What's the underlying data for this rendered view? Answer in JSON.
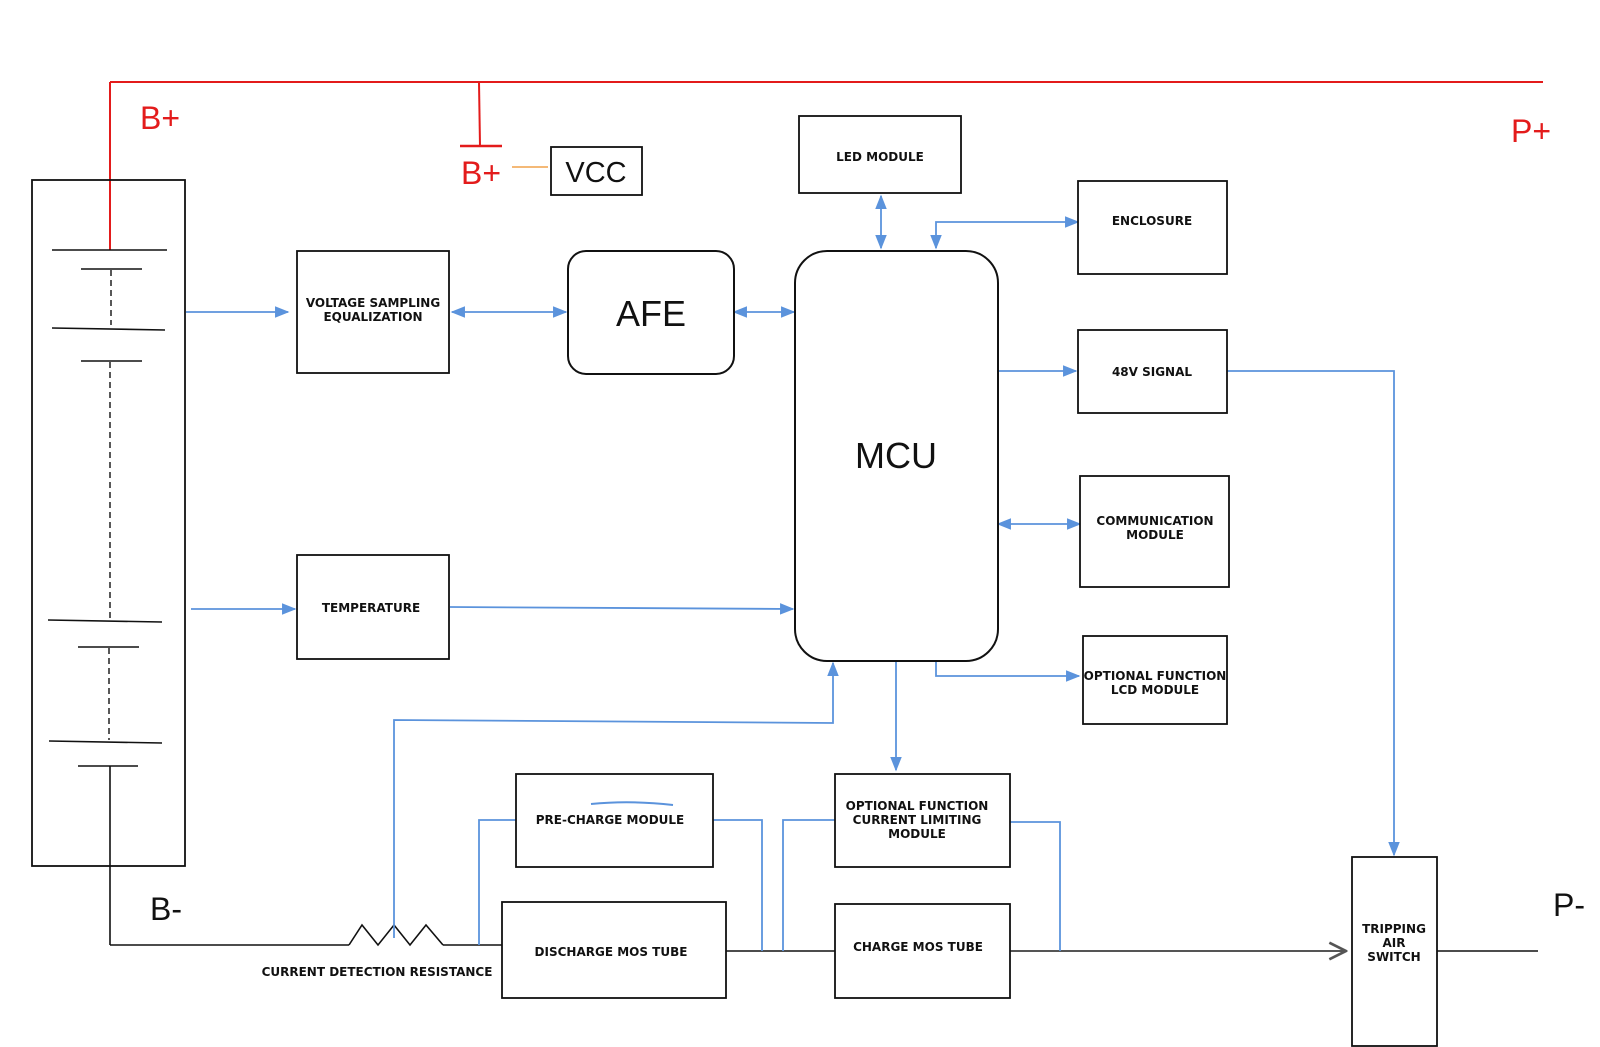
{
  "colors": {
    "positive_rail": "#e31b1b",
    "signal": "#5b93dc",
    "outline": "#111111",
    "vcc_link": "#f0a24a"
  },
  "rails": {
    "b_plus_main": "B+",
    "b_plus_vcc": "B+",
    "p_plus": "P+",
    "b_minus": "B-",
    "p_minus": "P-"
  },
  "blocks": {
    "vcc": "VCC",
    "led_module": "LED MODULE",
    "enclosure": "ENCLOSURE",
    "voltage_sampling": [
      "VOLTAGE SAMPLING",
      "EQUALIZATION"
    ],
    "afe": "AFE",
    "mcu": "MCU",
    "signal_48v": "48V SIGNAL",
    "communication_module": [
      "COMMUNICATION",
      "MODULE"
    ],
    "temperature": "TEMPERATURE",
    "lcd_module": [
      "OPTIONAL FUNCTION",
      "LCD MODULE"
    ],
    "pre_charge": "PRE-CHARGE MODULE",
    "current_limiting": [
      "OPTIONAL FUNCTION",
      "CURRENT LIMITING",
      "MODULE"
    ],
    "discharge_mos": "DISCHARGE MOS TUBE",
    "charge_mos": "CHARGE MOS TUBE",
    "tripping_switch": [
      "TRIPPING",
      "AIR",
      "SWITCH"
    ]
  },
  "captions": {
    "current_detection": "CURRENT DETECTION RESISTANCE"
  }
}
